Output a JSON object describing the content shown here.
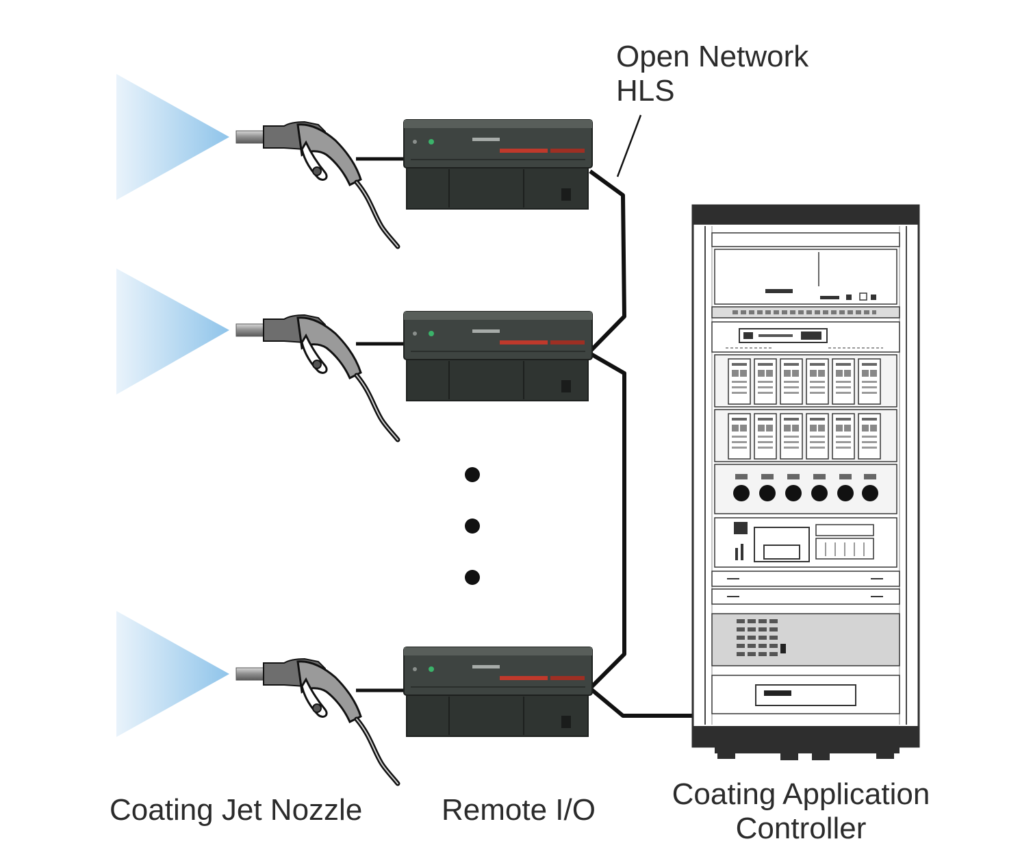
{
  "labels": {
    "network_line1": "Open Network",
    "network_line2": "HLS",
    "nozzle": "Coating Jet Nozzle",
    "remote_io": "Remote I/O",
    "controller_line1": "Coating Application",
    "controller_line2": "Controller"
  },
  "nodes": [
    {
      "id": "nozzle-1",
      "type": "coating-jet-nozzle"
    },
    {
      "id": "nozzle-2",
      "type": "coating-jet-nozzle"
    },
    {
      "id": "nozzle-3",
      "type": "coating-jet-nozzle"
    },
    {
      "id": "remote-io-1",
      "type": "remote-io"
    },
    {
      "id": "remote-io-2",
      "type": "remote-io"
    },
    {
      "id": "remote-io-3",
      "type": "remote-io"
    },
    {
      "id": "controller",
      "type": "coating-application-controller"
    }
  ],
  "edges": [
    {
      "from": "nozzle-1",
      "to": "remote-io-1"
    },
    {
      "from": "nozzle-2",
      "to": "remote-io-2"
    },
    {
      "from": "nozzle-3",
      "to": "remote-io-3"
    },
    {
      "from": "remote-io-1",
      "to": "controller",
      "via": "open-network-hls"
    },
    {
      "from": "remote-io-2",
      "to": "controller",
      "via": "open-network-hls"
    },
    {
      "from": "remote-io-3",
      "to": "controller",
      "via": "open-network-hls"
    }
  ],
  "colors": {
    "spray": "#8fc4ea",
    "cable": "#111111",
    "device_body": "#3e4441",
    "device_dark": "#2b302d",
    "rack_frame": "#2e2e2e",
    "status_red": "#c0392b",
    "status_green": "#3bb36a"
  },
  "icons": {
    "spray": "spray-cone-icon",
    "nozzle": "spray-nozzle-icon",
    "remote_io": "remote-io-module-icon",
    "controller": "equipment-rack-icon",
    "ellipsis": "vertical-ellipsis-icon"
  }
}
